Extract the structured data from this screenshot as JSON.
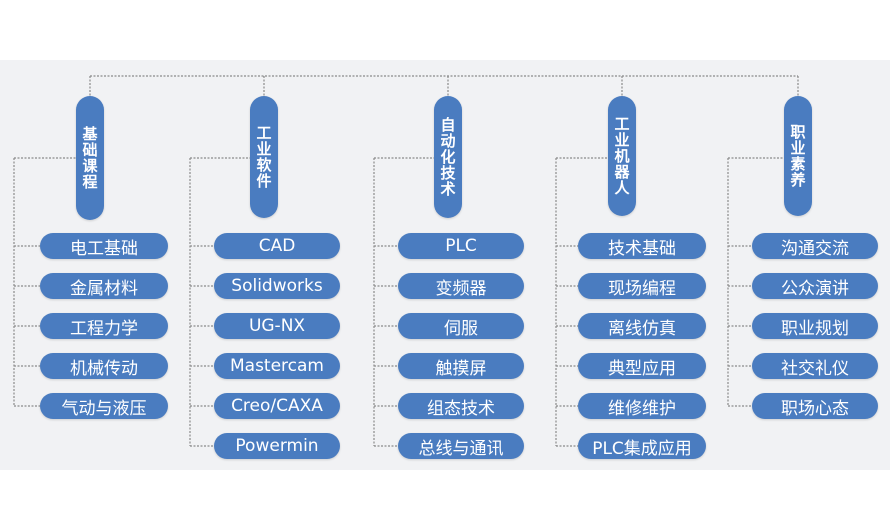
{
  "colors": {
    "pill": "#4a7cc0",
    "line": "#8a8a8a",
    "band": "#f1f2f4"
  },
  "categories": [
    {
      "title": "基础课程",
      "items": [
        "电工基础",
        "金属材料",
        "工程力学",
        "机械传动",
        "气动与液压"
      ]
    },
    {
      "title": "工业软件",
      "items": [
        "CAD",
        "Solidworks",
        "UG-NX",
        "Mastercam",
        "Creo/CAXA",
        "Powermin"
      ]
    },
    {
      "title": "自动化技术",
      "items": [
        "PLC",
        "变频器",
        "伺服",
        "触摸屏",
        "组态技术",
        "总线与通讯"
      ]
    },
    {
      "title": "工业机器人",
      "items": [
        "技术基础",
        "现场编程",
        "离线仿真",
        "典型应用",
        "维修维护",
        "PLC集成应用"
      ]
    },
    {
      "title": "职业素养",
      "items": [
        "沟通交流",
        "公众演讲",
        "职业规划",
        "社交礼仪",
        "职场心态"
      ]
    }
  ]
}
